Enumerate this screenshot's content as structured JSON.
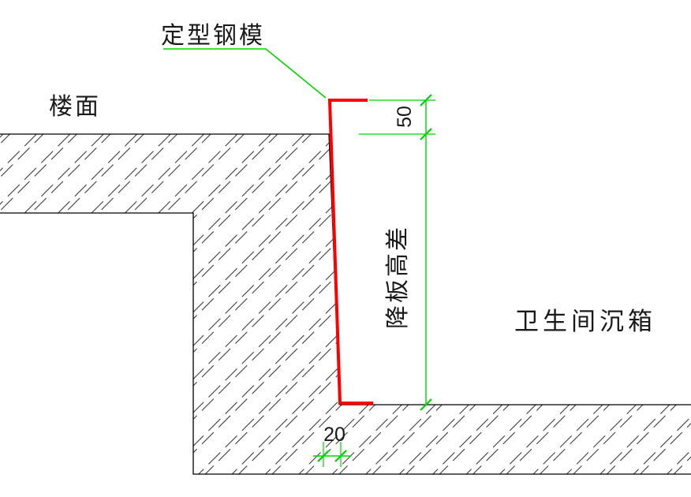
{
  "drawing": {
    "type": "construction-detail-section",
    "labels": {
      "formwork": "定型钢模",
      "floor": "楼面",
      "drop_height": "降板高差",
      "sunken_box": "卫生间沉箱"
    },
    "dimensions": {
      "top_gap": "50",
      "form_width": "20"
    },
    "colors": {
      "formwork_line": "#ff0000",
      "dimension_line": "#00d400",
      "outline": "#000000",
      "hatch": "#3c3c3c",
      "background": "#ffffff"
    }
  }
}
